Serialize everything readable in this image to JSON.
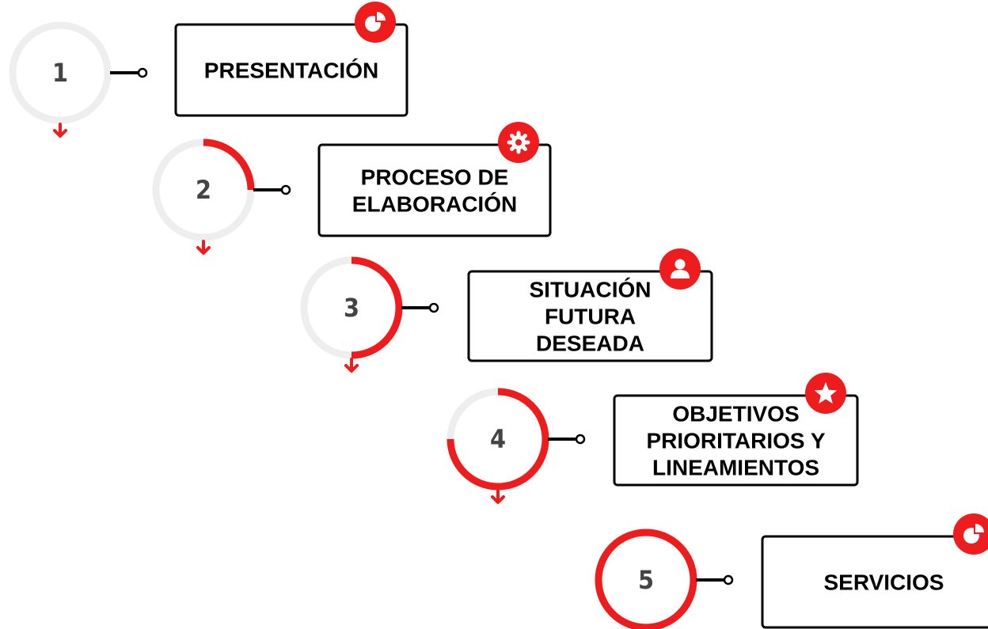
{
  "colors": {
    "accent": "#ee1c1c",
    "track": "#eeeeee",
    "ink": "#000000",
    "number": "#444444"
  },
  "steps": [
    {
      "number": "1",
      "lines": [
        "PRESENTACIÓN"
      ],
      "progress": 0,
      "icon": "pie-chart-icon"
    },
    {
      "number": "2",
      "lines": [
        "PROCESO DE",
        "ELABORACIÓN"
      ],
      "progress": 0.25,
      "icon": "gear-icon"
    },
    {
      "number": "3",
      "lines": [
        "SITUACIÓN",
        "FUTURA",
        "DESEADA"
      ],
      "progress": 0.5,
      "icon": "user-icon"
    },
    {
      "number": "4",
      "lines": [
        "OBJETIVOS",
        "PRIORITARIOS Y",
        "LINEAMIENTOS"
      ],
      "progress": 0.75,
      "icon": "star-icon"
    },
    {
      "number": "5",
      "lines": [
        "SERVICIOS"
      ],
      "progress": 1,
      "icon": "pie-chart-icon"
    }
  ]
}
